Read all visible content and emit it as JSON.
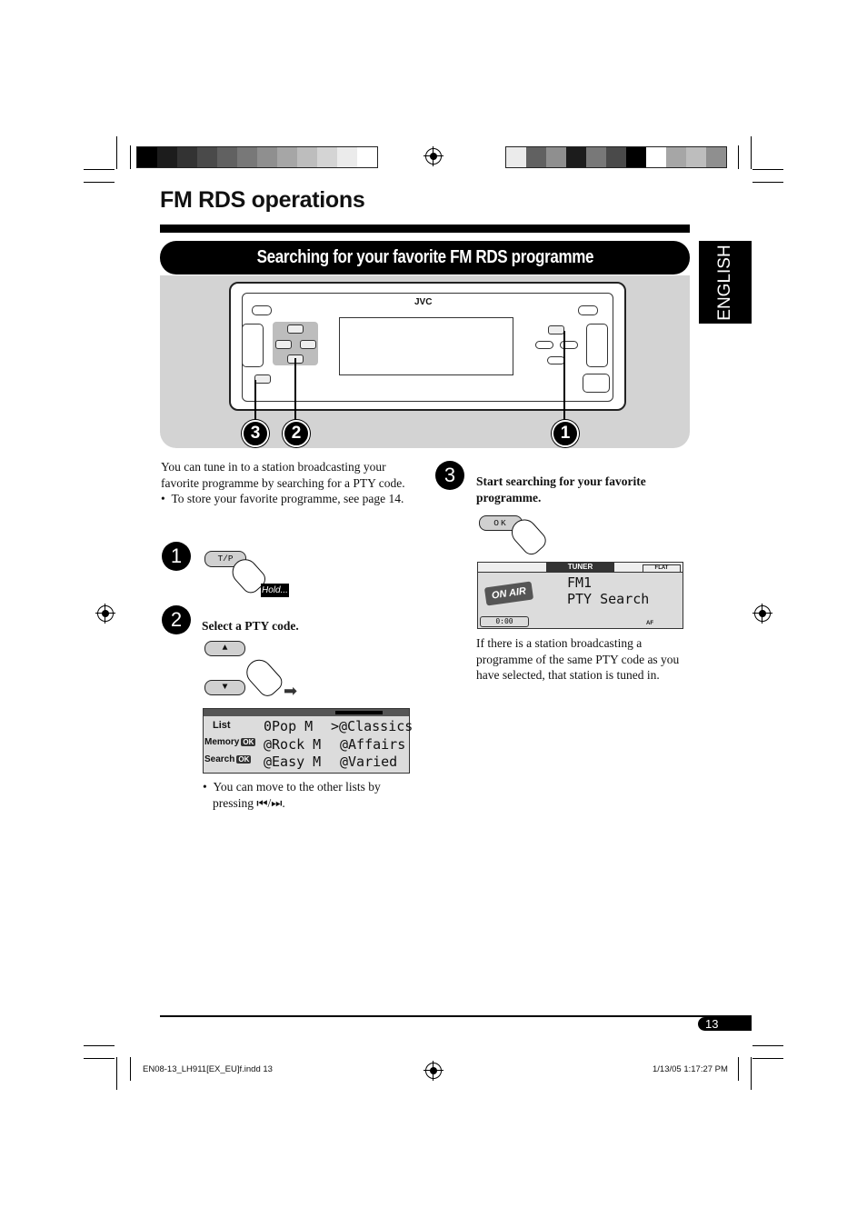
{
  "section_title": "FM RDS operations",
  "subsection_title": "Searching for your favorite FM RDS programme",
  "language_tab": "ENGLISH",
  "unit": {
    "brand": "JVC",
    "callouts": [
      "3",
      "2",
      "1"
    ]
  },
  "intro": {
    "text": "You can tune in to a station broadcasting your favorite programme by searching for a PTY code.",
    "bullet": "To store your favorite programme, see page 14."
  },
  "step1": {
    "number": "1",
    "button": "T/P",
    "hold_label": "Hold..."
  },
  "step2": {
    "number": "2",
    "heading": "Select a PTY code.",
    "lcd_labels": [
      "List",
      "Memory",
      "Search"
    ],
    "ok_mark": "OK",
    "lcd_col1": [
      "0Pop M",
      "@Rock M",
      "@Easy M"
    ],
    "lcd_col2": [
      ">@Classics",
      "@Affairs",
      "@Varied"
    ],
    "note": "You can move to the other lists by pressing ⏮/⏭."
  },
  "step3": {
    "number": "3",
    "heading": "Start searching for your favorite programme.",
    "button": "OK",
    "lcd": {
      "header": "TUNER",
      "flat": "FLAT",
      "on_air": "ON AIR",
      "line1": "FM1",
      "line2": "PTY Search",
      "clock": "0:00",
      "af": "AF"
    },
    "after": "If there is a station broadcasting a programme of the same PTY code as you have selected, that station is tuned in."
  },
  "page_number": "13",
  "footer": {
    "file": "EN08-13_LH911[EX_EU]f.indd   13",
    "date": "1/13/05   1:17:27 PM"
  },
  "colors": {
    "left_bars": [
      "#000000",
      "#1c1c1c",
      "#333333",
      "#4a4a4a",
      "#616161",
      "#787878",
      "#8f8f8f",
      "#a6a6a6",
      "#bdbdbd",
      "#d4d4d4",
      "#ebebeb",
      "#ffffff"
    ],
    "right_bars": [
      "#ebebeb",
      "#616161",
      "#8f8f8f",
      "#1c1c1c",
      "#787878",
      "#4a4a4a",
      "#000000",
      "#ffffff",
      "#a6a6a6",
      "#bdbdbd",
      "#8f8f8f"
    ]
  }
}
